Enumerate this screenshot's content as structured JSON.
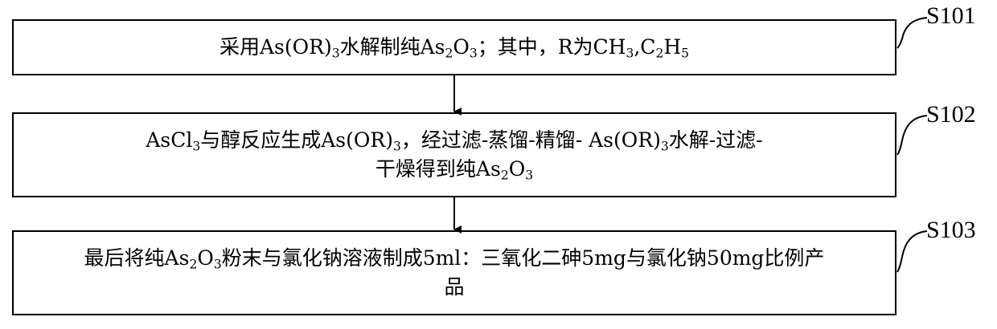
{
  "steps": [
    {
      "id": "S101",
      "text": [
        {
          "t": "采用As(OR)"
        },
        {
          "t": "3",
          "sub": true
        },
        {
          "t": "水解制纯As"
        },
        {
          "t": "2",
          "sub": true
        },
        {
          "t": "O"
        },
        {
          "t": "3",
          "sub": true
        },
        {
          "t": "；其中，R为CH"
        },
        {
          "t": "3",
          "sub": true
        },
        {
          "t": ",C"
        },
        {
          "t": "2",
          "sub": true
        },
        {
          "t": "H"
        },
        {
          "t": "5",
          "sub": true
        }
      ]
    },
    {
      "id": "S102",
      "text": [
        {
          "t": "AsCl"
        },
        {
          "t": "3",
          "sub": true
        },
        {
          "t": "与醇反应生成As(OR)"
        },
        {
          "t": "3",
          "sub": true
        },
        {
          "t": "，经过滤-蒸馏-精馏- As(OR)"
        },
        {
          "t": "3",
          "sub": true
        },
        {
          "t": "水解-过滤-"
        },
        {
          "br": true
        },
        {
          "t": "干燥得到纯As"
        },
        {
          "t": "2",
          "sub": true
        },
        {
          "t": "O"
        },
        {
          "t": "3",
          "sub": true
        }
      ]
    },
    {
      "id": "S103",
      "text": [
        {
          "t": "最后将纯As"
        },
        {
          "t": "2",
          "sub": true
        },
        {
          "t": "O"
        },
        {
          "t": "3",
          "sub": true
        },
        {
          "t": "粉末与氯化钠溶液制成5ml：三氧化二砷5mg与氯化钠50mg比例产"
        },
        {
          "br": true
        },
        {
          "t": "品"
        }
      ]
    }
  ]
}
